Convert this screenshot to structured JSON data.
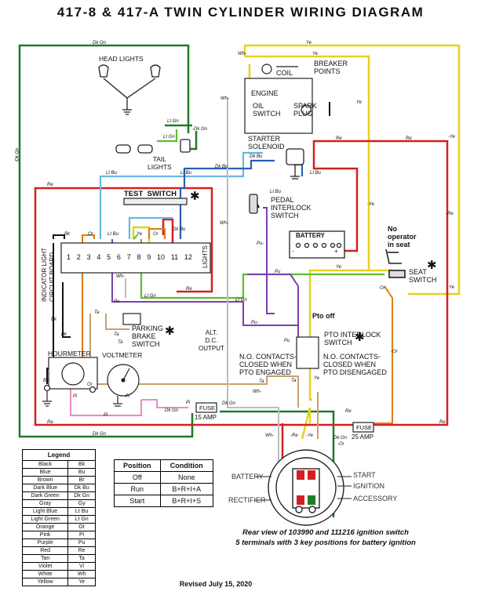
{
  "title": "417-8 & 417-A TWIN CYLINDER WIRING DIAGRAM",
  "components": {
    "head_lights": "HEAD LIGHTS",
    "tail_lights": "TAIL\nLIGHTS",
    "coil": "COIL",
    "breaker_points": "BREAKER\nPOINTS",
    "engine": "ENGINE",
    "oil_switch": "OIL\nSWITCH",
    "spark_plug": "SPARK\nPLUG",
    "starter_solenoid": "STARTER\nSOLENOID",
    "test_switch": "TEST  SWITCH",
    "pedal_interlock": "PEDAL\nINTERLOCK\nSWITCH",
    "battery": "BATTERY",
    "battery_minus": "-",
    "battery_plus": "+",
    "no_operator": "No\noperator\nin seat",
    "seat_switch": "SEAT\nSWITCH",
    "indicator_board": "INDICATOR LIGHT\nCIRCUIT BOARD",
    "lights": "LIGHTS",
    "terminal_numbers": [
      "1",
      "2",
      "3",
      "4",
      "5",
      "6",
      "7",
      "8",
      "9",
      "10",
      "11",
      "12"
    ],
    "parking_brake": "PARKING\nBRAKE\nSWITCH",
    "alt_output": "ALT.\nD.C.\nOUTPUT",
    "pto_off": "Pto off",
    "pto_interlock": "PTO INTERLOCK\nSWITCH",
    "no_contacts_left": "N.O. CONTACTS-\nCLOSED WHEN\nPTO ENGAGED",
    "no_contacts_right": "N.O. CONTACTS-\nCLOSED WHEN\nPTO DISENGAGED",
    "hourmeter": "HOURMETER",
    "voltmeter": "VOLTMETER",
    "fuse_left": "FUSE",
    "fuse_left_rating": "15 AMP",
    "fuse_right": "FUSE",
    "fuse_right_rating": "25 AMP",
    "battery_term": "BATTERY",
    "rectifier_term": "RECTIFIER",
    "start_term": "START",
    "ignition_term": "IGNITION",
    "accessory_term": "ACCESSORY",
    "star": "✱"
  },
  "wire_labels": {
    "dk_gn": "Dk Gn",
    "neg_dk_gn": "-Dk Gn",
    "ye": "Ye",
    "neg_ye": "-Ye",
    "re": "Re",
    "neg_re": "-Re",
    "wh": "Wh-",
    "lt_gn": "Lt Gn",
    "lt_bu": "Lt Bu",
    "dk_bu": "Dk Bu",
    "bk": "Bk",
    "or": "Or",
    "neg_or": "-Or",
    "pu": "Pu",
    "pu_neg": "Pu-",
    "ta": "Ta",
    "pi": "Pi",
    "wh_neg": "Wh-",
    "re_neg": "-Re",
    "bk_neg": "Bk"
  },
  "legend": {
    "title": "Legend",
    "rows": [
      [
        "Black",
        "Bk"
      ],
      [
        "Blue",
        "Bu"
      ],
      [
        "Brown",
        "Br"
      ],
      [
        "Dark Blue",
        "Dk Bu"
      ],
      [
        "Dark Green",
        "Dk Gn"
      ],
      [
        "Gray",
        "Gy"
      ],
      [
        "Light Blue",
        "Lt Bu"
      ],
      [
        "Light Green",
        "Lt Gn"
      ],
      [
        "Orange",
        "Or"
      ],
      [
        "Pink",
        "Pi"
      ],
      [
        "Purple",
        "Pu"
      ],
      [
        "Red",
        "Re"
      ],
      [
        "Tan",
        "Ta"
      ],
      [
        "Violet",
        "Vi"
      ],
      [
        "White",
        "Wh"
      ],
      [
        "Yellow",
        "Ye"
      ]
    ]
  },
  "position_table": {
    "headers": [
      "Position",
      "Condition"
    ],
    "rows": [
      [
        "Off",
        "None"
      ],
      [
        "Run",
        "B+R+I+A"
      ],
      [
        "Start",
        "B+R+I+S"
      ]
    ]
  },
  "captions": {
    "line1": "Rear view of 103990 and 111216 ignition switch",
    "line2": "5 terminals with 3 key positions for battery ignition"
  },
  "revised": "Revised July 15, 2020",
  "colors": {
    "dark_green": "#1f7a2a",
    "yellow": "#e6d21a",
    "red": "#d42020",
    "light_green": "#5fbf2f",
    "light_blue": "#6ab7e0",
    "dark_blue": "#2b5fb5",
    "black": "#111111",
    "orange": "#e07b1a",
    "purple": "#7a3fb0",
    "tan": "#c9a06a",
    "pink": "#e98cc0",
    "white_wire": "#cccccc",
    "gray": "#888888"
  }
}
